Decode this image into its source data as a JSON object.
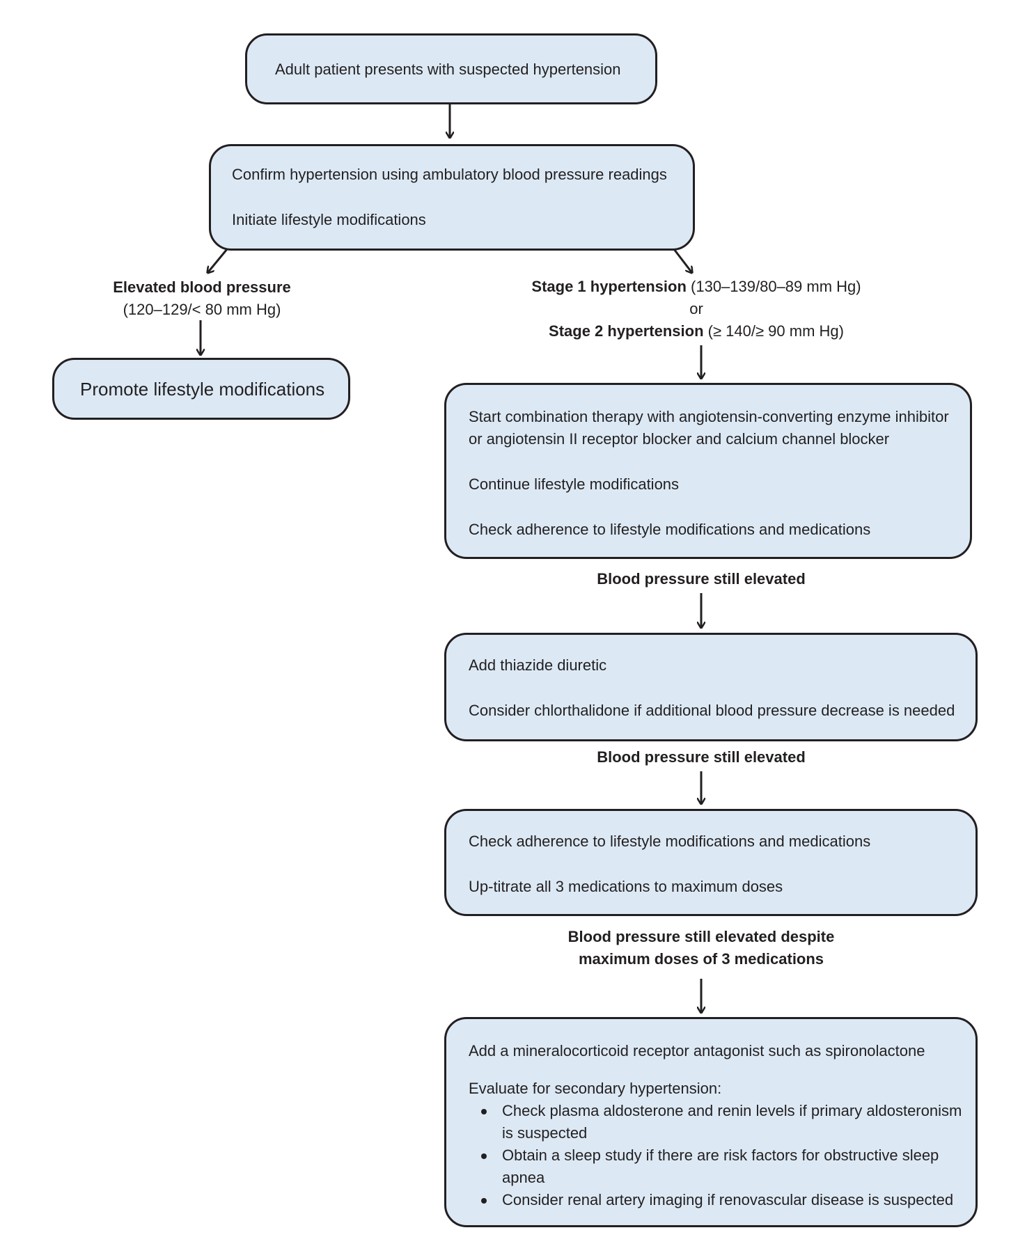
{
  "start": {
    "text": "Adult patient presents with suspected hypertension"
  },
  "confirm": {
    "line1": "Confirm hypertension using ambulatory blood pressure readings",
    "line2": "Initiate lifestyle modifications"
  },
  "elevated": {
    "title": "Elevated blood pressure",
    "range": "(120–129/< 80 mm Hg)"
  },
  "promote": {
    "text": "Promote lifestyle modifications"
  },
  "stages": {
    "stage1_title": "Stage 1 hypertension",
    "stage1_range": " (130–139/80–89 mm Hg)",
    "or": "or",
    "stage2_title": "Stage 2 hypertension",
    "stage2_range": " (≥ 140/≥ 90 mm Hg)"
  },
  "combination": {
    "line1": "Start combination therapy with angiotensin-converting enzyme inhibitor or angiotensin II receptor blocker and calcium channel blocker",
    "line2": "Continue lifestyle modifications",
    "line3": "Check adherence to lifestyle modifications and medications"
  },
  "still_elevated_1": "Blood pressure still elevated",
  "thiazide": {
    "line1": "Add thiazide diuretic",
    "line2": "Consider chlorthalidone if additional blood pressure decrease is needed"
  },
  "still_elevated_2": "Blood pressure still elevated",
  "uptitrate": {
    "line1": "Check adherence to lifestyle modifications and medications",
    "line2": "Up-titrate all 3 medications to maximum doses"
  },
  "still_elevated_3": {
    "line1": "Blood pressure still elevated despite",
    "line2": "maximum doses of 3 medications"
  },
  "final": {
    "line1": "Add a mineralocorticoid receptor antagonist such as spironolactone",
    "line2": "Evaluate for secondary hypertension:",
    "bullets": [
      "Check plasma aldosterone and renin levels if primary aldosteronism is suspected",
      "Obtain a sleep study if there are risk factors for obstructive sleep apnea",
      "Consider renal artery imaging if renovascular disease is suspected"
    ]
  }
}
